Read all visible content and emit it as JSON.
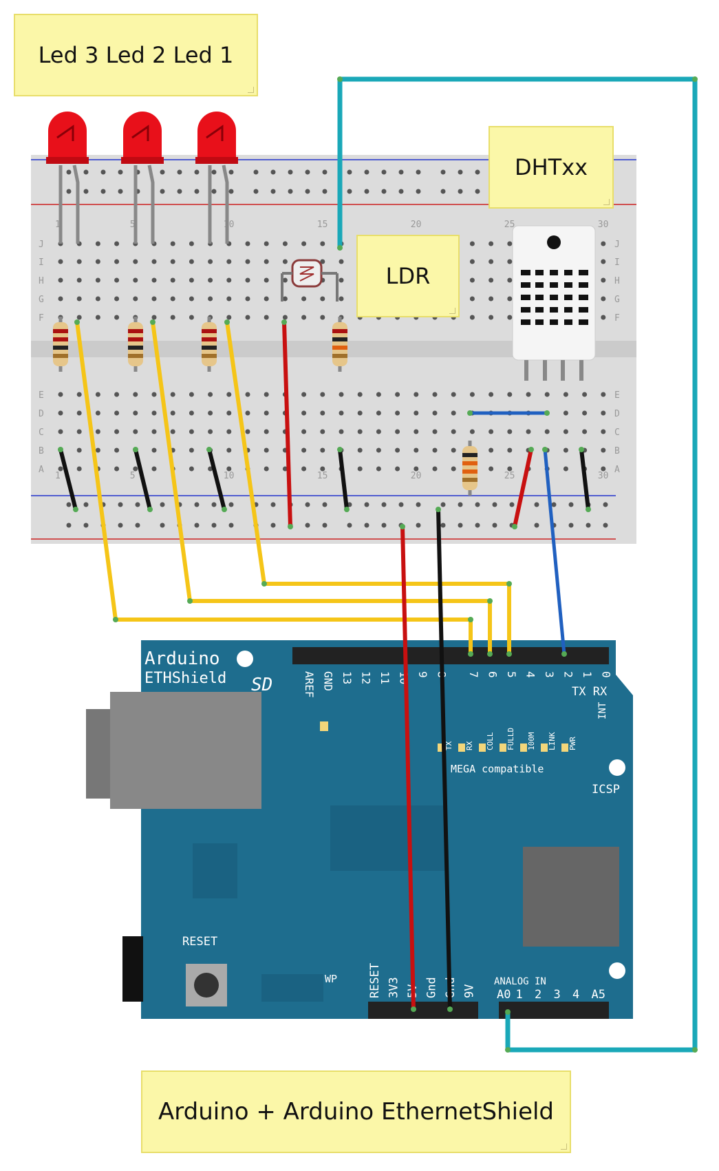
{
  "notes": {
    "leds": "Led 3 Led 2 Led 1",
    "dht": "DHTxx",
    "ldr": "LDR",
    "board": "Arduino + Arduino EthernetShield"
  },
  "breadboard": {
    "row_letters_top": [
      "J",
      "I",
      "H",
      "G",
      "F"
    ],
    "row_letters_bottom": [
      "E",
      "D",
      "C",
      "B",
      "A"
    ],
    "column_numbers": [
      "1",
      "5",
      "10",
      "15",
      "20",
      "25",
      "30"
    ]
  },
  "arduino": {
    "brand": "Arduino",
    "model": "ETHShield",
    "sd_label": "SD",
    "digital_pins": [
      "AREF",
      "GND",
      "13",
      "12",
      "11",
      "10",
      "9",
      "8",
      "7",
      "6",
      "5",
      "4",
      "3",
      "2",
      "1",
      "0"
    ],
    "txrx": "TX RX",
    "int_label": "INT",
    "status_leds": [
      "TX",
      "RX",
      "COLL",
      "FULLD",
      "100M",
      "LINK",
      "PWR"
    ],
    "mega_label": "MEGA compatible",
    "icsp_label": "ICSP",
    "reset_label": "RESET",
    "wp_label": "WP",
    "power_pins": [
      "RESET",
      "3V3",
      "5V",
      "Gnd",
      "Gnd",
      "9V"
    ],
    "analog_in_label": "ANALOG IN",
    "analog_pins": [
      "A0",
      "1",
      "2",
      "3",
      "4",
      "A5"
    ]
  },
  "colors": {
    "board": "#1e6d8e",
    "breadboard": "#dcdcdc",
    "led": "#e8101a",
    "wire_yellow": "#f5c518",
    "wire_red": "#c81010",
    "wire_black": "#111111",
    "wire_blue": "#2060c0",
    "wire_teal": "#1aa8b8",
    "note_bg": "#fbf7a8"
  }
}
